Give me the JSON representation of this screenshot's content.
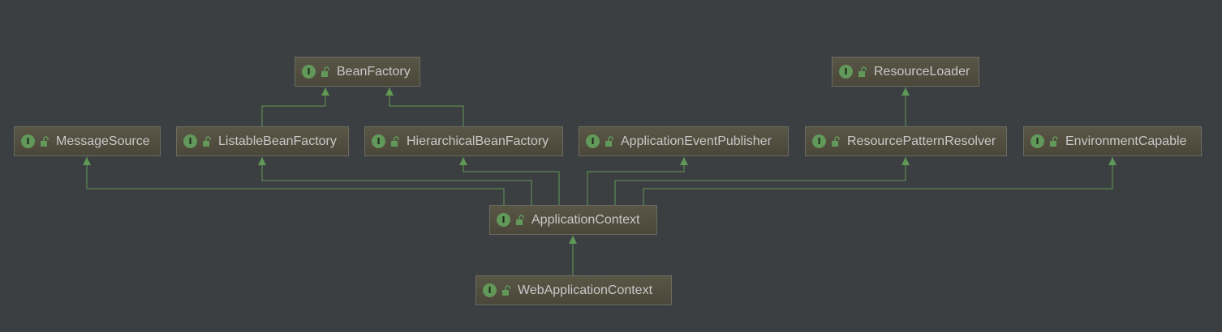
{
  "diagram": {
    "interface_marker": "I",
    "nodes": {
      "bean_factory": "BeanFactory",
      "resource_loader": "ResourceLoader",
      "message_source": "MessageSource",
      "listable_bean_factory": "ListableBeanFactory",
      "hierarchical_bean_factory": "HierarchicalBeanFactory",
      "application_event_publisher": "ApplicationEventPublisher",
      "resource_pattern_resolver": "ResourcePatternResolver",
      "environment_capable": "EnvironmentCapable",
      "application_context": "ApplicationContext",
      "web_application_context": "WebApplicationContext"
    },
    "inheritance": [
      {
        "from": "listable_bean_factory",
        "to": "bean_factory"
      },
      {
        "from": "hierarchical_bean_factory",
        "to": "bean_factory"
      },
      {
        "from": "resource_pattern_resolver",
        "to": "resource_loader"
      },
      {
        "from": "application_context",
        "to": "message_source"
      },
      {
        "from": "application_context",
        "to": "listable_bean_factory"
      },
      {
        "from": "application_context",
        "to": "hierarchical_bean_factory"
      },
      {
        "from": "application_context",
        "to": "application_event_publisher"
      },
      {
        "from": "application_context",
        "to": "resource_pattern_resolver"
      },
      {
        "from": "application_context",
        "to": "environment_capable"
      },
      {
        "from": "web_application_context",
        "to": "application_context"
      }
    ],
    "colors": {
      "background": "#3c3f41",
      "edge": "#5f9955",
      "node_fill": "#4f4c3e",
      "node_border": "#6b6b62",
      "badge": "#62985a",
      "text": "#c8c8c8"
    }
  }
}
